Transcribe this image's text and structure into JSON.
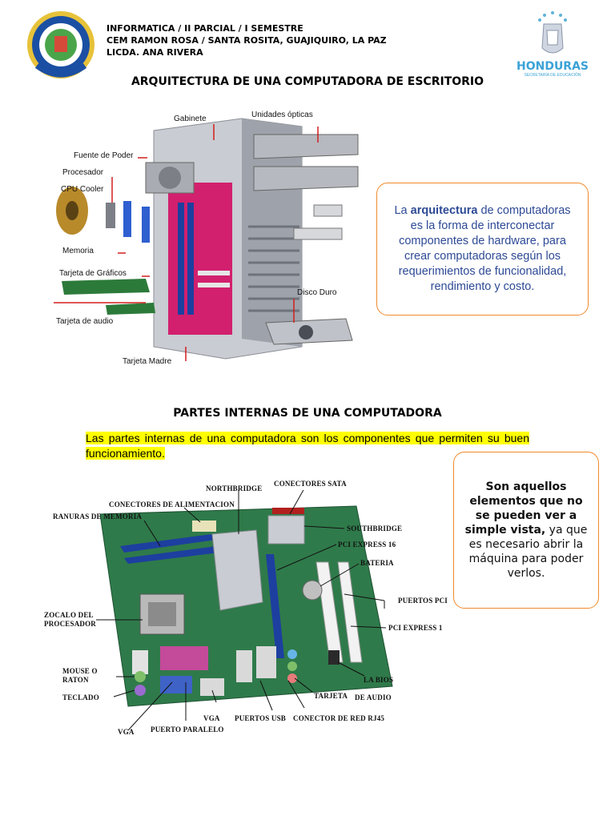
{
  "header": {
    "line1": "INFORMATICA / II PARCIAL / I SEMESTRE",
    "line2": "CEM RAMON ROSA / SANTA ROSITA, GUAJIQUIRO, LA PAZ",
    "line3": "LICDA. ANA RIVERA",
    "right_logo_text": "HONDURAS",
    "right_logo_sub": "SECRETARÍA DE EDUCACIÓN"
  },
  "section1": {
    "title": "ARQUITECTURA DE UNA COMPUTADORA DE ESCRITORIO",
    "labels": {
      "gabinete": "Gabinete",
      "unidades": "Unidades ópticas",
      "fuente": "Fuente de Poder",
      "procesador": "Procesador",
      "cooler": "CPU Cooler",
      "memoria": "Memoria",
      "graficos": "Tarjeta de Gráficos",
      "audio": "Tarjeta de audio",
      "disco": "Disco Duro",
      "madre": "Tarjeta Madre"
    },
    "callout": {
      "pre": "La ",
      "bold": "arquitectura",
      "post": " de computadoras es la forma de interconectar componentes de hardware, para crear computadoras según los requerimientos de funcionalidad, rendimiento y costo."
    }
  },
  "section2": {
    "title": "PARTES INTERNAS DE UNA COMPUTADORA",
    "intro": "Las partes internas de una computadora son los componentes que permiten su buen funcionamiento.",
    "labels": {
      "northbridge": "NORTHBRIDGE",
      "sata": "CONECTORES SATA",
      "alimentacion": "CONECTORES DE ALIMENTACION",
      "ranuras": "RANURAS DE MEMORIA",
      "southbridge": "SOUTHBRIDGE",
      "pcie16": "PCI EXPRESS 16",
      "bateria": "BATERIA",
      "pci": "PUERTOS PCI",
      "zocalo1": "ZOCALO DEL",
      "zocalo2": "PROCESADOR",
      "pcie1": "PCI EXPRESS 1",
      "mouse1": "MOUSE O",
      "mouse2": "RATON",
      "teclado": "TECLADO",
      "bios": "LA BIOS",
      "tarjeta": "TARJETA",
      "deaudio": "DE AUDIO",
      "vga1": "VGA",
      "vga2": "VGA",
      "paralelo": "PUERTO PARALELO",
      "usb": "PUERTOS USB",
      "rj45": "CONECTOR DE RED RJ45"
    },
    "callout": {
      "bold": "Son aquellos elementos que no se pueden ver a simple vista,",
      "rest": " ya que es necesario abrir la máquina para poder verlos."
    }
  }
}
